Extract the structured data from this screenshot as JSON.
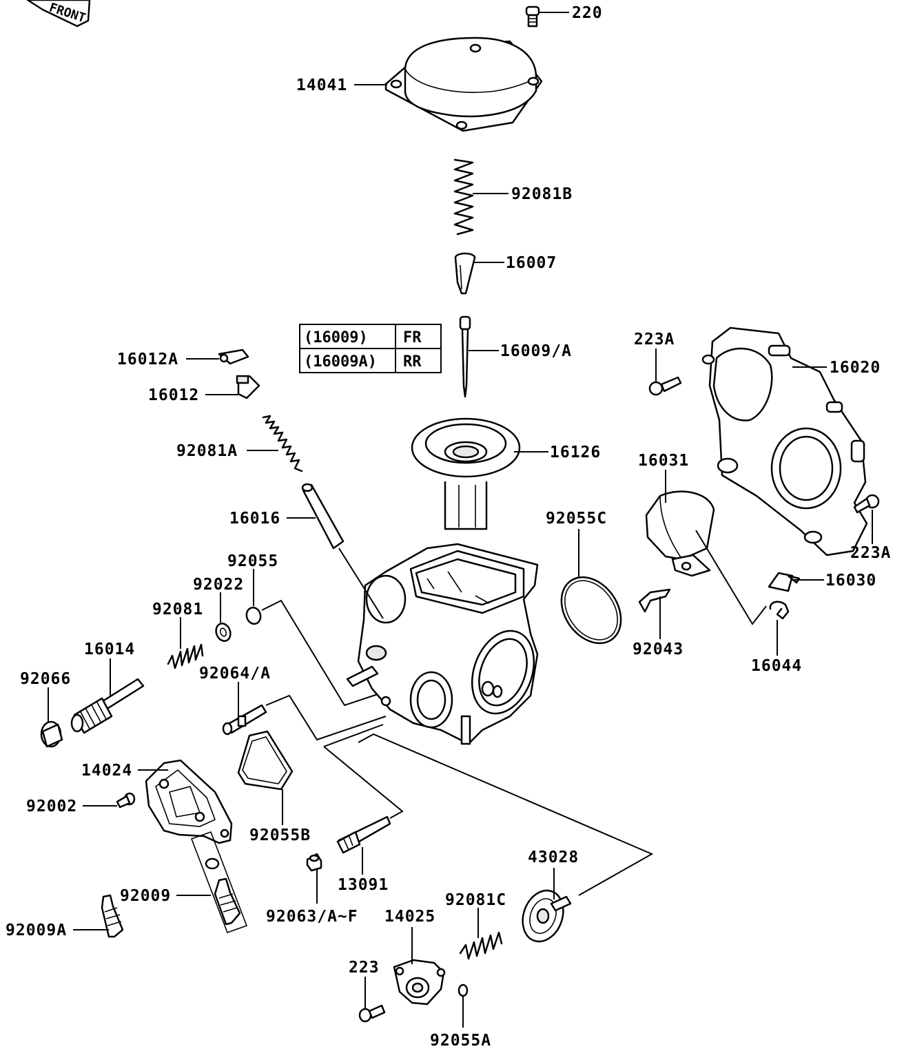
{
  "front_badge": "FRONT",
  "table": {
    "rows": [
      {
        "part": "(16009)",
        "position": "FR"
      },
      {
        "part": "(16009A)",
        "position": "RR"
      }
    ]
  },
  "labels": {
    "p220": "220",
    "p14041": "14041",
    "p92081B": "92081B",
    "p16007": "16007",
    "p16009A": "16009/A",
    "p16012A": "16012A",
    "p16012": "16012",
    "p92081A": "92081A",
    "p16126": "16126",
    "p16016": "16016",
    "p223A_top": "223A",
    "p16020": "16020",
    "p16031": "16031",
    "p92055C": "92055C",
    "p223A_bottom": "223A",
    "p16030": "16030",
    "p92055": "92055",
    "p92022": "92022",
    "p92081": "92081",
    "p16014": "16014",
    "p92066": "92066",
    "p92064A": "92064/A",
    "p92043": "92043",
    "p16044": "16044",
    "p14024": "14024",
    "p92002": "92002",
    "p92055B": "92055B",
    "p92009": "92009",
    "p92009A": "92009A",
    "p13091": "13091",
    "p92063": "92063/A~F",
    "p43028": "43028",
    "p92081C": "92081C",
    "p14025": "14025",
    "p223": "223",
    "p92055A": "92055A"
  }
}
